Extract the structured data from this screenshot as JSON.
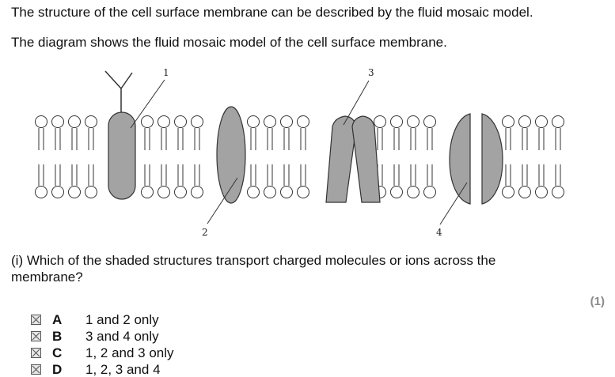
{
  "intro": {
    "line1": "The structure of the cell surface membrane can be described by the fluid mosaic model.",
    "line2": "The diagram shows the fluid mosaic model of the cell surface membrane."
  },
  "diagram": {
    "labels": [
      "1",
      "2",
      "3",
      "4"
    ],
    "protein_fill": "#a3a3a3",
    "outline_color": "#333333"
  },
  "question": {
    "text": "(i) Which of the shaded structures transport charged molecules or ions across the membrane?",
    "marks": "(1)"
  },
  "options": [
    {
      "letter": "A",
      "text": "1 and 2 only"
    },
    {
      "letter": "B",
      "text": "3 and 4 only"
    },
    {
      "letter": "C",
      "text": "1, 2 and 3 only"
    },
    {
      "letter": "D",
      "text": "1, 2, 3 and 4"
    }
  ]
}
